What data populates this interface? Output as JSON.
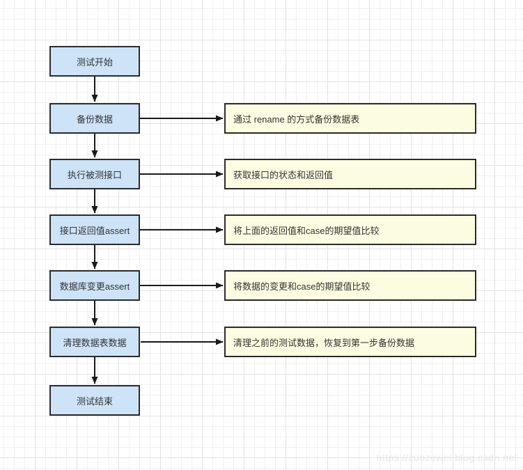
{
  "diagram": {
    "type": "flowchart",
    "flow_nodes": [
      {
        "id": "test-start",
        "label": "测试开始"
      },
      {
        "id": "backup-data",
        "label": "备份数据"
      },
      {
        "id": "execute-api",
        "label": "执行被测接口"
      },
      {
        "id": "api-assert",
        "label": "接口返回值assert"
      },
      {
        "id": "db-assert",
        "label": "数据库变更assert"
      },
      {
        "id": "cleanup-data",
        "label": "清理数据表数据"
      },
      {
        "id": "test-end",
        "label": "测试结束"
      }
    ],
    "annotations": [
      {
        "for": "backup-data",
        "label": "通过 rename 的方式备份数据表"
      },
      {
        "for": "execute-api",
        "label": "获取接口的状态和返回值"
      },
      {
        "for": "api-assert",
        "label": "将上面的返回值和case的期望值比较"
      },
      {
        "for": "db-assert",
        "label": "将数据的变更和case的期望值比较"
      },
      {
        "for": "cleanup-data",
        "label": "清理之前的测试数据，恢复到第一步备份数据"
      }
    ],
    "edges": [
      {
        "from": "test-start",
        "to": "backup-data"
      },
      {
        "from": "backup-data",
        "to": "execute-api"
      },
      {
        "from": "execute-api",
        "to": "api-assert"
      },
      {
        "from": "api-assert",
        "to": "db-assert"
      },
      {
        "from": "db-assert",
        "to": "cleanup-data"
      },
      {
        "from": "cleanup-data",
        "to": "test-end"
      }
    ],
    "colors": {
      "node_fill": "#cce3f8",
      "annotation_fill": "#fcfce1",
      "border": "#2b2b2b",
      "arrow": "#1a1a1a",
      "grid_minor": "#f0f0f0",
      "grid_major": "#e2e2e2"
    },
    "watermark": "https://zuozewei.blog.csdn.net"
  }
}
